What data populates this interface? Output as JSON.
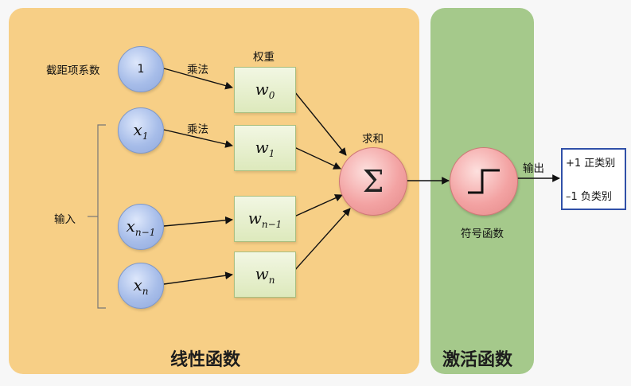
{
  "panels": {
    "linear_title": "线性函数",
    "activation_title": "激活函数"
  },
  "labels": {
    "bias": "截距项系数",
    "weights_header": "权重",
    "multiply_1": "乘法",
    "multiply_2": "乘法",
    "input": "输入",
    "sum": "求和",
    "sign_function": "符号函数",
    "output": "输出"
  },
  "input_nodes": [
    {
      "id": "bias",
      "base": "1",
      "sub": ""
    },
    {
      "id": "x1",
      "base": "x",
      "sub": "1"
    },
    {
      "id": "xn-1",
      "base": "x",
      "sub": "n−1"
    },
    {
      "id": "xn",
      "base": "x",
      "sub": "n"
    }
  ],
  "weight_nodes": [
    {
      "id": "w0",
      "base": "w",
      "sub": "0"
    },
    {
      "id": "w1",
      "base": "w",
      "sub": "1"
    },
    {
      "id": "wn-1",
      "base": "w",
      "sub": "n−1"
    },
    {
      "id": "wn",
      "base": "w",
      "sub": "n"
    }
  ],
  "sum_symbol": "Σ",
  "outputs": {
    "positive": "+1 正类别",
    "negative": "–1 负类别"
  },
  "colors": {
    "linear_panel": "#f7cf86",
    "activation_panel": "#a5c98b",
    "input_node": "#a7bde9",
    "weight_box": "#e6efcc",
    "sum_node": "#f3a3a3",
    "output_border": "#3050a8"
  }
}
